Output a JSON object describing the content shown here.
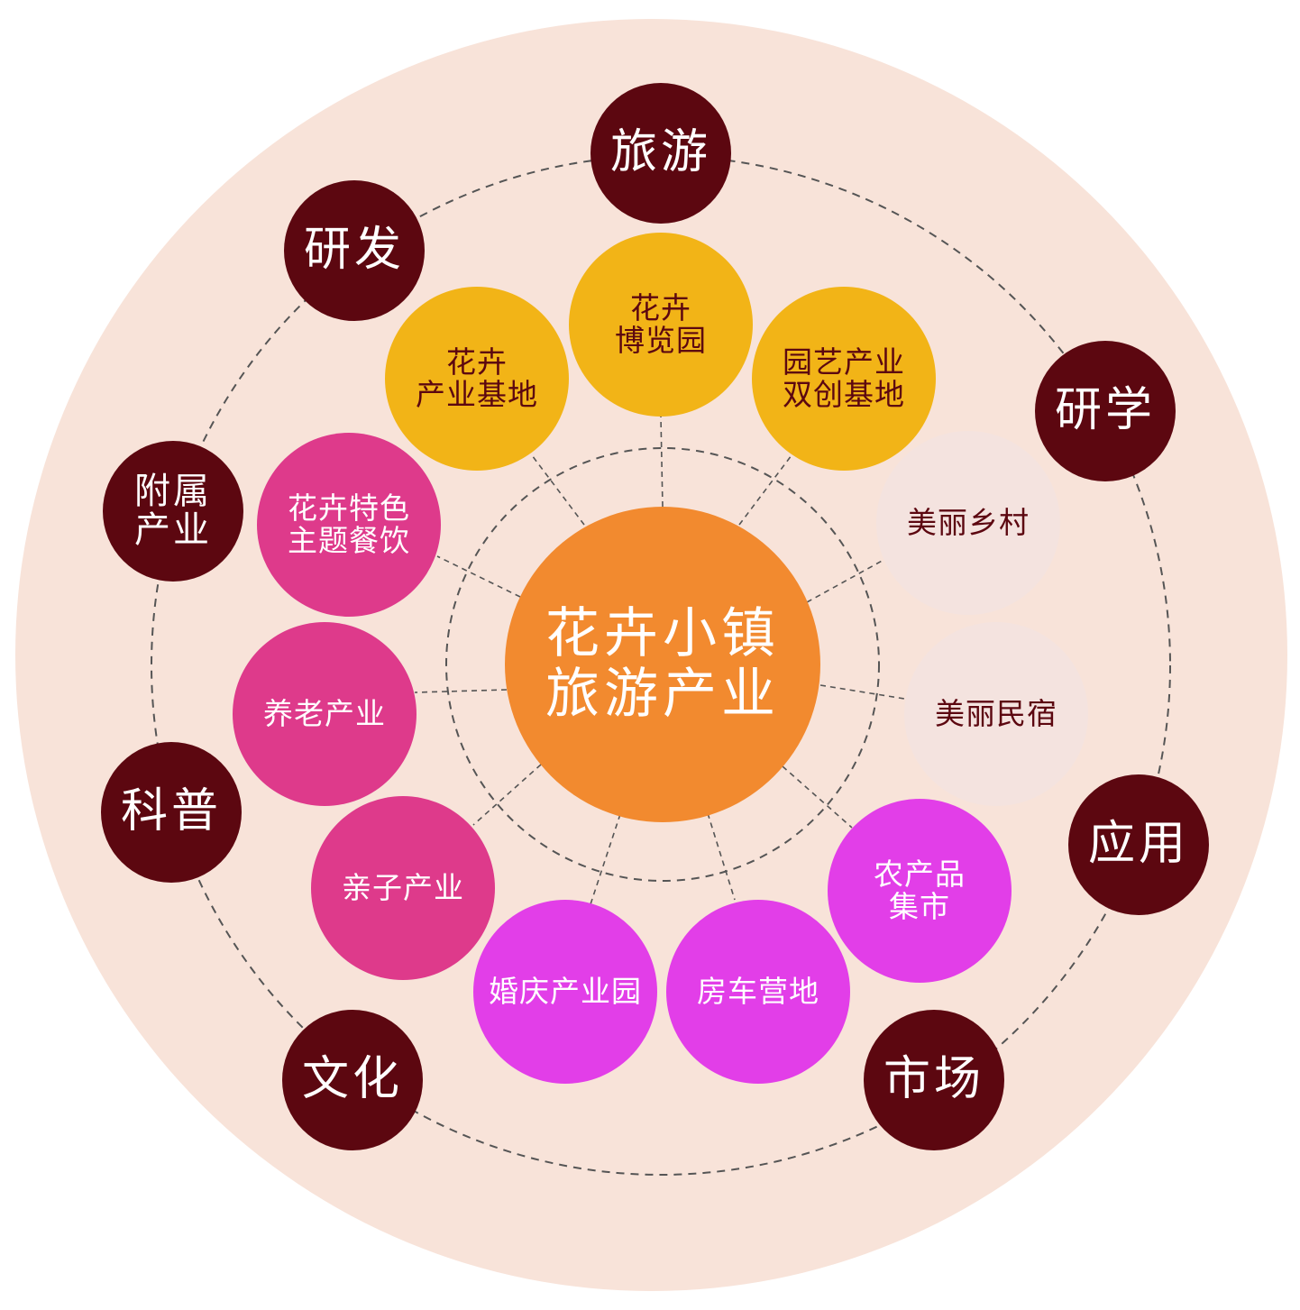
{
  "center": {
    "label": "花卉小镇\n旅游产业",
    "color": "#f28a2f"
  },
  "outer_nodes": [
    {
      "id": "tourism",
      "label": "旅游"
    },
    {
      "id": "study-tour",
      "label": "研学"
    },
    {
      "id": "application",
      "label": "应用"
    },
    {
      "id": "market",
      "label": "市场"
    },
    {
      "id": "culture",
      "label": "文化"
    },
    {
      "id": "science",
      "label": "科普"
    },
    {
      "id": "affiliated",
      "label": "附属\n产业"
    },
    {
      "id": "rnd",
      "label": "研发"
    }
  ],
  "inner_nodes": [
    {
      "id": "expo-park",
      "label": "花卉\n博览园"
    },
    {
      "id": "gardening-base",
      "label": "园艺产业\n双创基地"
    },
    {
      "id": "beautiful-village",
      "label": "美丽乡村"
    },
    {
      "id": "homestay",
      "label": "美丽民宿"
    },
    {
      "id": "farm-market",
      "label": "农产品\n集市"
    },
    {
      "id": "rv-camp",
      "label": "房车营地"
    },
    {
      "id": "wedding-park",
      "label": "婚庆产业园"
    },
    {
      "id": "family",
      "label": "亲子产业"
    },
    {
      "id": "elderly",
      "label": "养老产业"
    },
    {
      "id": "theme-dining",
      "label": "花卉特色\n主题餐饮"
    },
    {
      "id": "industry-base",
      "label": "花卉\n产业基地"
    }
  ],
  "colors": {
    "background": "#f8e3d9",
    "outer": "#5c0710",
    "yellow": "#f2b417",
    "pink": "#de3a8b",
    "magenta": "#e23ee8",
    "pale": "#f4e3df",
    "dashed_line": "#555555"
  }
}
